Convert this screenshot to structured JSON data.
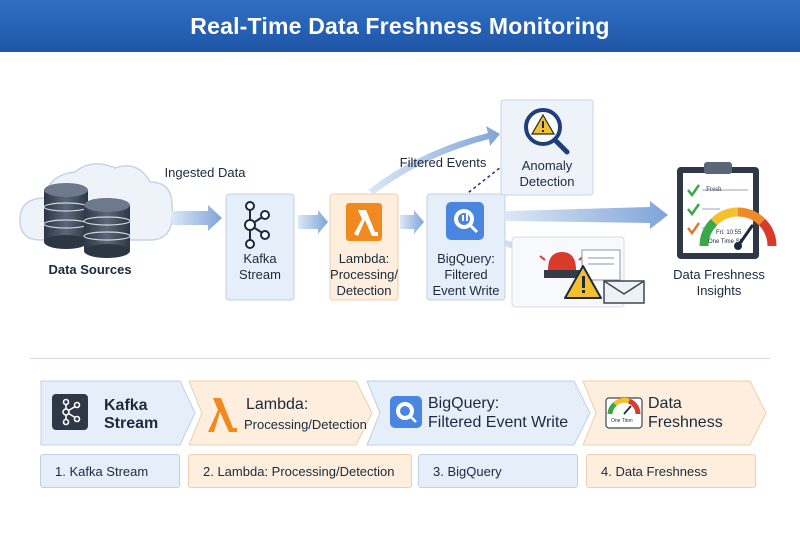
{
  "title": "Real-Time Data Freshness Monitoring",
  "flow": {
    "sources_label": "Data Sources",
    "ingested_label": "Ingested Data",
    "kafka_line1": "Kafka",
    "kafka_line2": "Stream",
    "lambda_line1": "Lambda:",
    "lambda_line2": "Processing/",
    "lambda_line3": "Detection",
    "bigquery_line1": "BigQuery:",
    "bigquery_line2": "Filtered",
    "bigquery_line3": "Event Write",
    "filtered_events_label": "Filtered Events",
    "anomaly_line1": "Anomaly",
    "anomaly_line2": "Detection",
    "insights_line1": "Data Freshness",
    "insights_line2": "Insights",
    "clipboard_fresh": "Fresh",
    "gauge_time": "Fri: 10:55",
    "gauge_caption": "One Time St."
  },
  "steps": {
    "chevrons": [
      {
        "line1": "Kafka",
        "line2": "Stream"
      },
      {
        "line1": "Lambda:",
        "line2": "Processing/Detection"
      },
      {
        "line1": "BigQuery:",
        "line2": "Filtered Event Write"
      },
      {
        "line1": "Data",
        "line2": "Freshness",
        "icon_text": "One Titon"
      }
    ],
    "labels": [
      "1. Kafka Stream",
      "2. Lambda: Processing/Detection",
      "3. BigQuery",
      "4. Data Freshness"
    ]
  },
  "colors": {
    "header": "#1f55a6",
    "blue_box": "#e6eef9",
    "orange_box": "#fdeedd",
    "lambda_orange": "#f08a1e",
    "bigquery_blue": "#4a86e0",
    "arrow_blue": "#8fb1de",
    "warning_yellow": "#f5c02e",
    "alert_red": "#d93b2b",
    "check_green": "#3aa84a"
  },
  "icons": [
    "database-icon",
    "cloud-icon",
    "kafka-icon",
    "lambda-icon",
    "bigquery-icon",
    "magnifier-warning-icon",
    "siren-icon",
    "warning-icon",
    "envelope-icon",
    "clipboard-checklist-icon",
    "gauge-icon"
  ]
}
